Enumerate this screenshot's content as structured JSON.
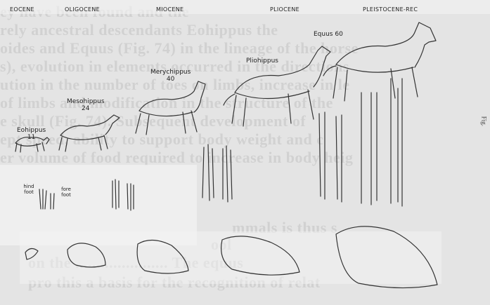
{
  "eras": [
    "EOCENE",
    "OLIGOCENE",
    "MIOCENE",
    "PLIOCENE",
    "PLEISTOCENE-REC"
  ],
  "animals": {
    "eohippus": {
      "name": "Eohippus",
      "number": "11"
    },
    "mesohippus": {
      "name": "Mesohippus",
      "number": "24"
    },
    "merychippus": {
      "name": "Merychippus",
      "number": "40"
    },
    "pliohippus": {
      "name": "Pliohippus"
    },
    "equus": {
      "name": "Equus",
      "number": "60"
    }
  },
  "foot_labels": {
    "hind": "hind foot",
    "fore": "fore foot"
  },
  "background_text": [
    "ey have been found and the",
    "rely ancestral descendants Eohippus the",
    "oides and Equus (Fig. 74) in the lineage of the horse",
    "s), evolution in elements occurred in the directions",
    "ution in the number of toes on limbs, increase in le",
    "of limbs and modification in the structure of the",
    "e skull (Fig. 74). Subsequent development of",
    "ept speed, ability to support body weight and c",
    "er volume of food required to increase in body heig",
    "mmals is thus s",
    "ool",
    "on the ...................... The equus",
    "pro this a basis for the recognition of relat"
  ],
  "side_text": "Fig."
}
